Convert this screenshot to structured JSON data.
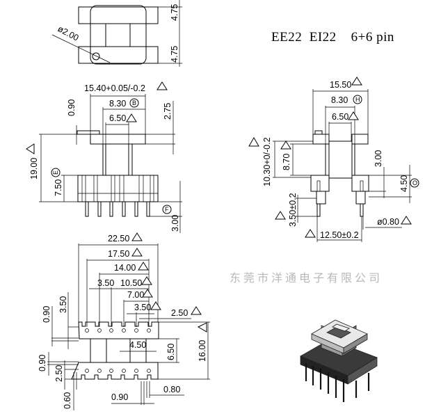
{
  "title": "EE22  EI22    6+6 pin",
  "watermark": "东莞市洋通电子有限公司",
  "top_view": {
    "dim_upper": "4.75",
    "dim_lower": "4.75",
    "hole_diameter": "ø2.00"
  },
  "front_view": {
    "width": "15.40+0.05/-0.2",
    "inner_width": "8.30",
    "core_width": "6.50",
    "flange": "0.90",
    "top_height": "2.75",
    "total_height": "19.00",
    "base_height": "7.50",
    "pin_length": "3.00",
    "markers": {
      "inner": "B",
      "base": "E",
      "pin": "F"
    }
  },
  "side_view": {
    "width": "15.50",
    "inner_width": "8.30",
    "core_width": "6.50",
    "height": "10.30+0/-0.2",
    "window": "8.70",
    "step": "3.00",
    "base": "4.50",
    "pin_offset": "3.50±0.2",
    "pin_diameter": "ø0.80",
    "pin_span": "12.50±0.2",
    "markers": {
      "inner": "H",
      "base": "O"
    }
  },
  "bottom_view": {
    "overall": "22.50",
    "pitch5": "17.50",
    "pitch4": "14.00",
    "offset": "3.50",
    "pitch3": "10.50",
    "pitch2": "7.00",
    "pitch1": "3.50",
    "edge": "2.50",
    "depth": "16.00",
    "gap": "6.50",
    "core": "4.50",
    "flange_top": "0.90",
    "slot_top": "3.50",
    "flange_bottom": "0.90",
    "slot_bottom": "2.50",
    "rim": "0.60",
    "pin": "0.80",
    "slot": "0.90"
  }
}
